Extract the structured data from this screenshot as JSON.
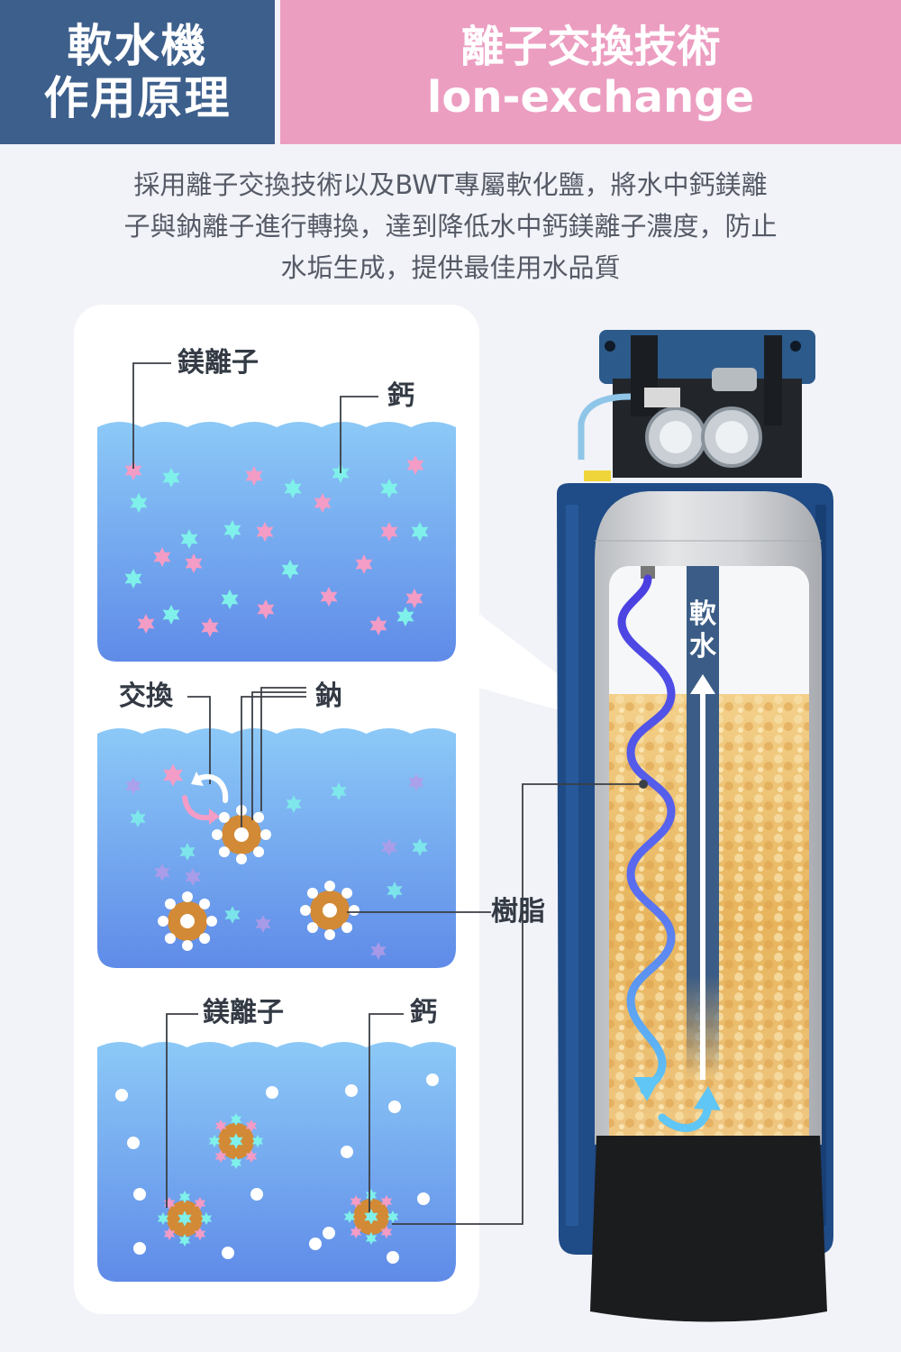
{
  "header": {
    "left_title_line1": "軟水機",
    "left_title_line2": "作用原理",
    "right_title_line1": "離子交換技術",
    "right_title_line2": "lon-exchange"
  },
  "intro": {
    "line1": "採用離子交換技術以及BWT專屬軟化鹽，將水中鈣鎂離",
    "line2": "子與鈉離子進行轉換，達到降低水中鈣鎂離子濃度，防止",
    "line3": "水垢生成，提供最佳用水品質"
  },
  "panel1": {
    "magnesium_label": "鎂離子",
    "calcium_label": "鈣"
  },
  "panel2": {
    "exchange_label": "交換",
    "sodium_label": "鈉"
  },
  "panel3": {
    "magnesium_label": "鎂離子",
    "calcium_label": "鈣"
  },
  "resin_label": "樹脂",
  "softener": {
    "soft_water_label": "軟水"
  },
  "colors": {
    "header_left": "#3d5f8c",
    "header_right": "#ec9ec1",
    "magnesium_ion": "#f29cc6",
    "calcium_ion": "#7ff0ea",
    "resin": "#d28a36",
    "water_top": "#8cc9f7",
    "water_bottom": "#5f8be8",
    "flow_line": "#4a55e6"
  }
}
